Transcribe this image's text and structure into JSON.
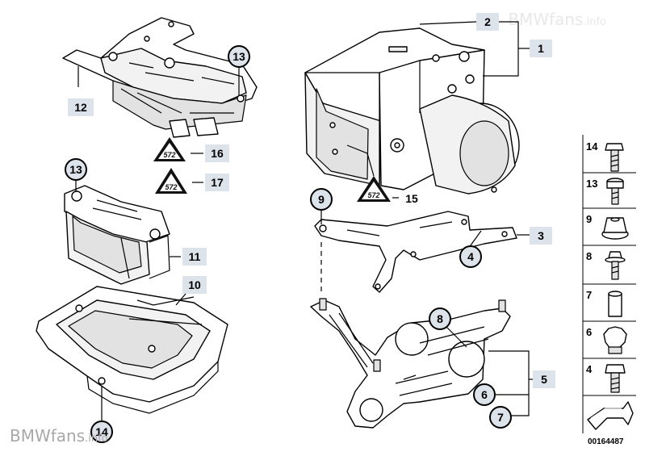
{
  "watermark_top": {
    "brand": "BMWfans",
    "suffix": ".info"
  },
  "watermark_bottom": {
    "brand": "BMWfans",
    "suffix": ".info"
  },
  "document_number": "00164487",
  "callouts": {
    "c1": "1",
    "c2": "2",
    "c3": "3",
    "c4": "4",
    "c5": "5",
    "c6": "6",
    "c7": "7",
    "c8": "8",
    "c9": "9",
    "c10": "10",
    "c11": "11",
    "c12": "12",
    "c13a": "13",
    "c13b": "13",
    "c14": "14",
    "c15": "15",
    "c16": "16",
    "c17": "17"
  },
  "warning_label_text": "572",
  "side_panel": {
    "items": [
      {
        "number": "14",
        "icon": "hex-bolt-icon"
      },
      {
        "number": "13",
        "icon": "socket-head-bolt-icon"
      },
      {
        "number": "9",
        "icon": "flange-nut-icon"
      },
      {
        "number": "8",
        "icon": "shoulder-bolt-icon"
      },
      {
        "number": "7",
        "icon": "sleeve-icon"
      },
      {
        "number": "6",
        "icon": "grommet-icon"
      },
      {
        "number": "4",
        "icon": "hex-bolt-icon"
      }
    ],
    "arrow_icon": "direction-arrow-icon"
  }
}
